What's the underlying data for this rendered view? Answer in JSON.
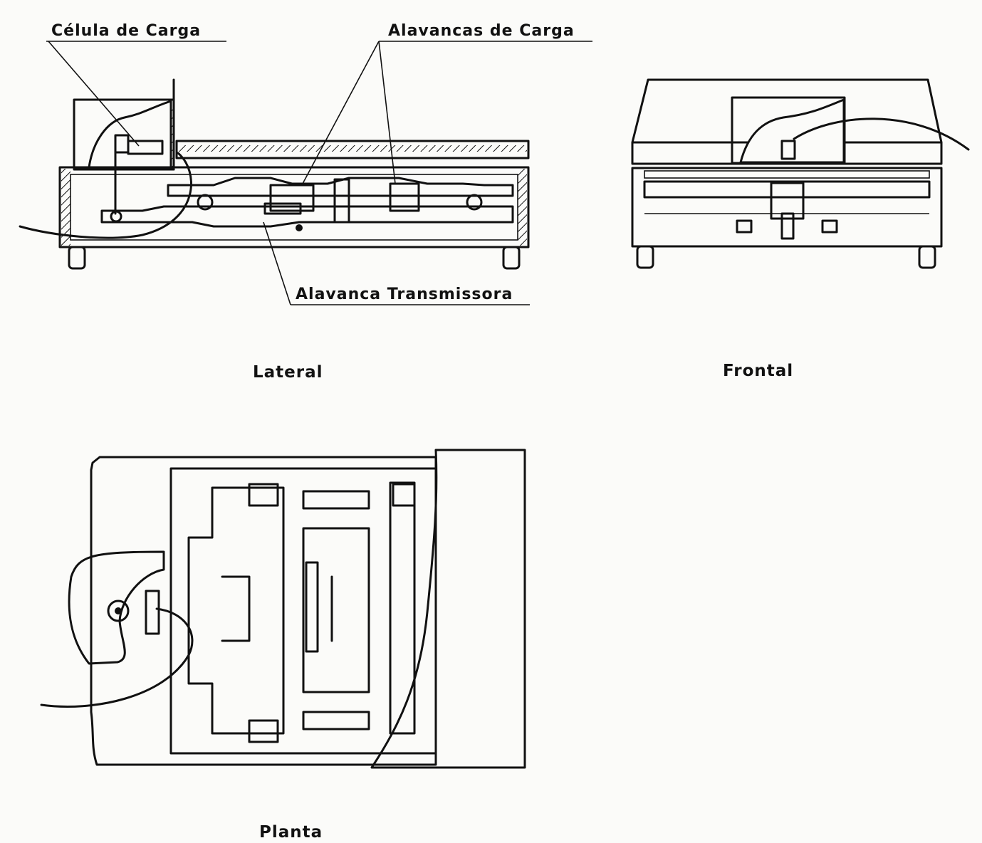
{
  "labels": {
    "celula": "Célula de Carga",
    "alavancas": "Alavancas de Carga",
    "transmissora": "Alavanca Transmissora"
  },
  "views": {
    "lateral": "Lateral",
    "frontal": "Frontal",
    "planta": "Planta"
  }
}
